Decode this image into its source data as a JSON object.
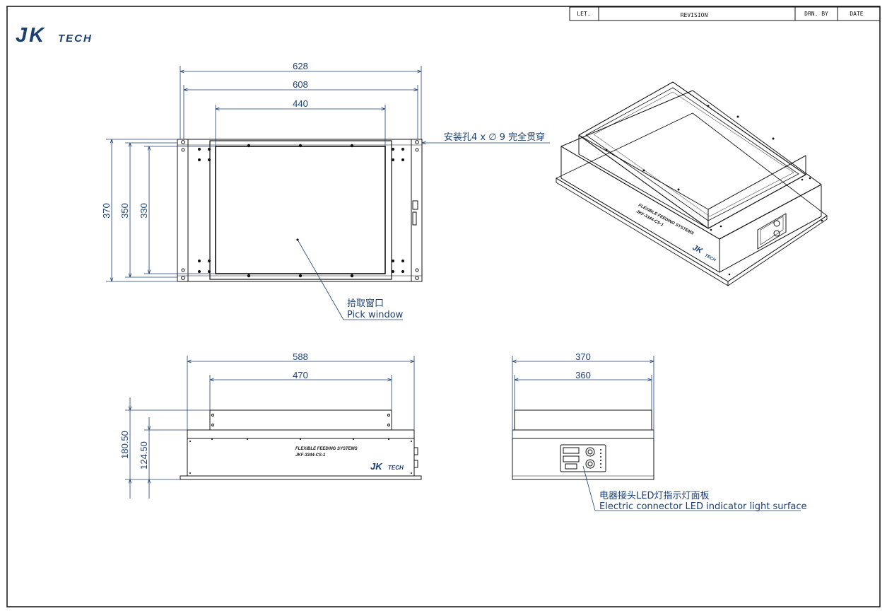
{
  "title_block": {
    "let": "LET.",
    "revision": "REVISION",
    "drn_by": "DRN. BY",
    "date": "DATE"
  },
  "logo": {
    "main": "JK",
    "sub": "TECH"
  },
  "top_view": {
    "dims": {
      "w628": "628",
      "w608": "608",
      "w440": "440",
      "h370": "370",
      "h350": "350",
      "h330": "330"
    },
    "mount_hole_note": "安装孔4 x ∅ 9 完全贯穿",
    "pick_window_cn": "拾取窗口",
    "pick_window_en": "Pick window"
  },
  "front_view": {
    "dims": {
      "w588": "588",
      "w470": "470",
      "h180": "180.50",
      "h124": "124.50"
    },
    "label_line1": "FLEXIBLE FEEDING SYSTEMS",
    "label_line2": "JKF-3344-CS-1",
    "logo_main": "JK",
    "logo_sub": "TECH"
  },
  "side_view": {
    "dims": {
      "w370": "370",
      "w360": "360"
    },
    "connector_cn": "电器接头LED灯指示灯面板",
    "connector_en": "Electric connector LED indicator light surface"
  },
  "iso_view": {
    "label_line1": "FLEXIBLE FEEDING SYSTEMS",
    "label_line2": "JKF-3344-CS-1",
    "logo_main": "JK",
    "logo_sub": "TECH"
  },
  "colors": {
    "dimension": "#1c3f73",
    "line": "#111111"
  }
}
